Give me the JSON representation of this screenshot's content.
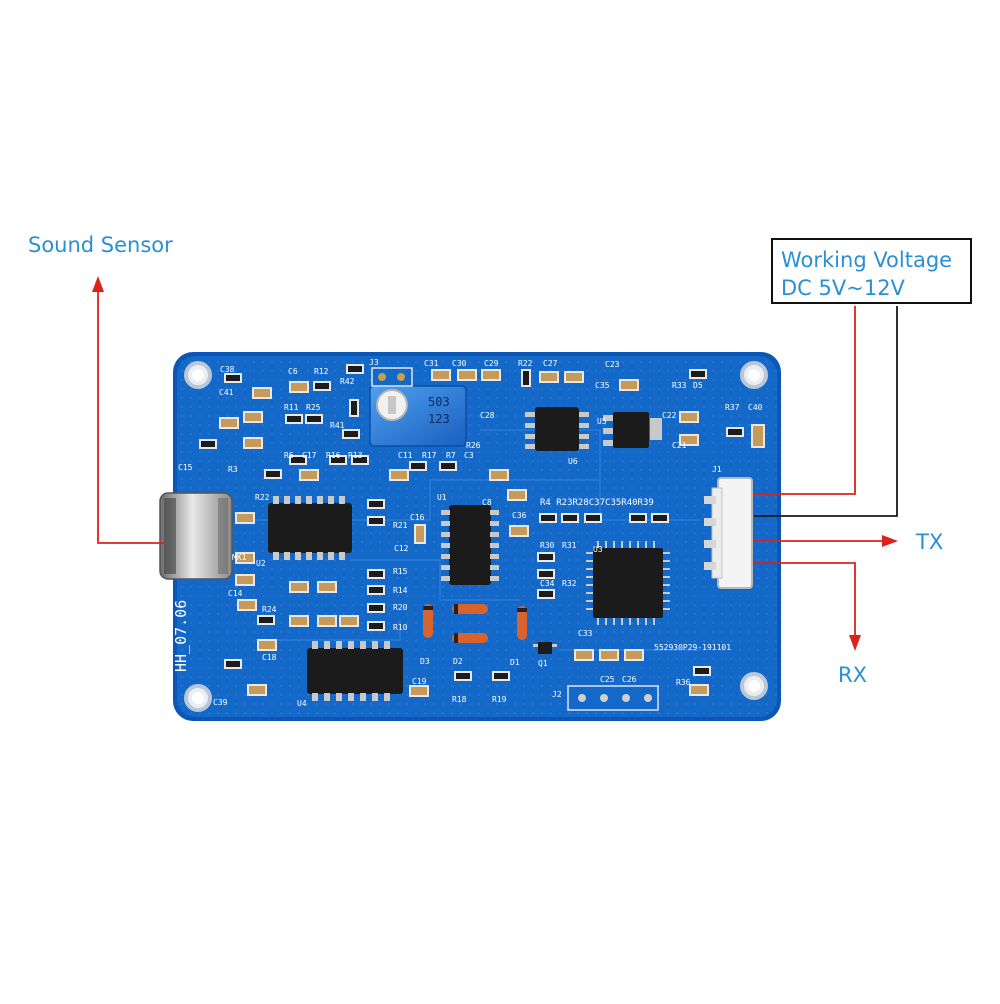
{
  "annotations": {
    "sound_sensor": "Sound Sensor",
    "working_voltage_line1": "Working Voltage",
    "working_voltage_line2": "DC 5V~12V",
    "tx": "TX",
    "rx": "RX"
  },
  "board": {
    "version_mark": "HH_07.06",
    "mcu_marking": "552930P29-191101",
    "potentiometer_marking_top": "503",
    "potentiometer_marking_bottom": "123",
    "refs": {
      "c38": "C38",
      "c41": "C41",
      "c6": "C6",
      "r12": "R12",
      "r42": "R42",
      "j3": "J3",
      "c31": "C31",
      "c30": "C30",
      "c29": "C29",
      "r22": "R22",
      "c27": "C27",
      "c23": "C23",
      "r33": "R33",
      "d5": "D5",
      "r37": "R37",
      "c40": "C40",
      "r11": "R11",
      "r25": "R25",
      "r41": "R41",
      "r26": "R26",
      "c28": "C28",
      "u5": "U5",
      "c21": "C21",
      "c22": "C22",
      "c15": "C15",
      "r3": "R3",
      "r6": "R6",
      "c17": "C17",
      "r16": "R16",
      "r13": "R13",
      "c11": "C11",
      "r17": "R17",
      "r7": "R7",
      "c3": "C3",
      "u6": "U6",
      "j1": "J1",
      "r22b": "R22",
      "r21": "R21",
      "c16": "C16",
      "u1": "U1",
      "c36": "C36",
      "c12": "C12",
      "u2": "U2",
      "mk1": "MK1",
      "r15": "R15",
      "r14": "R14",
      "r20": "R20",
      "r10": "R10",
      "r24": "R24",
      "c14": "C14",
      "u3": "U3",
      "r30": "R30",
      "r31": "R31",
      "c34": "C34",
      "r32": "R32",
      "c33": "C33",
      "d1": "D1",
      "d2": "D2",
      "d3": "D3",
      "q1": "Q1",
      "c18": "C18",
      "c19": "C19",
      "r18": "R18",
      "r19": "R19",
      "j2": "J2",
      "c25": "C25",
      "c26": "C26",
      "r36": "R36",
      "c39": "C39",
      "u4": "U4",
      "c35": "C35",
      "c8": "C8",
      "topstrip": "R4 R23R28C37C35R40R39"
    }
  },
  "colors": {
    "pcb_blue": "#1468c8",
    "pcb_edge": "#0b57b5",
    "label_blue": "#2b8fd6",
    "arrow_red": "#e0201b",
    "wire_black": "#1a1a1a"
  }
}
